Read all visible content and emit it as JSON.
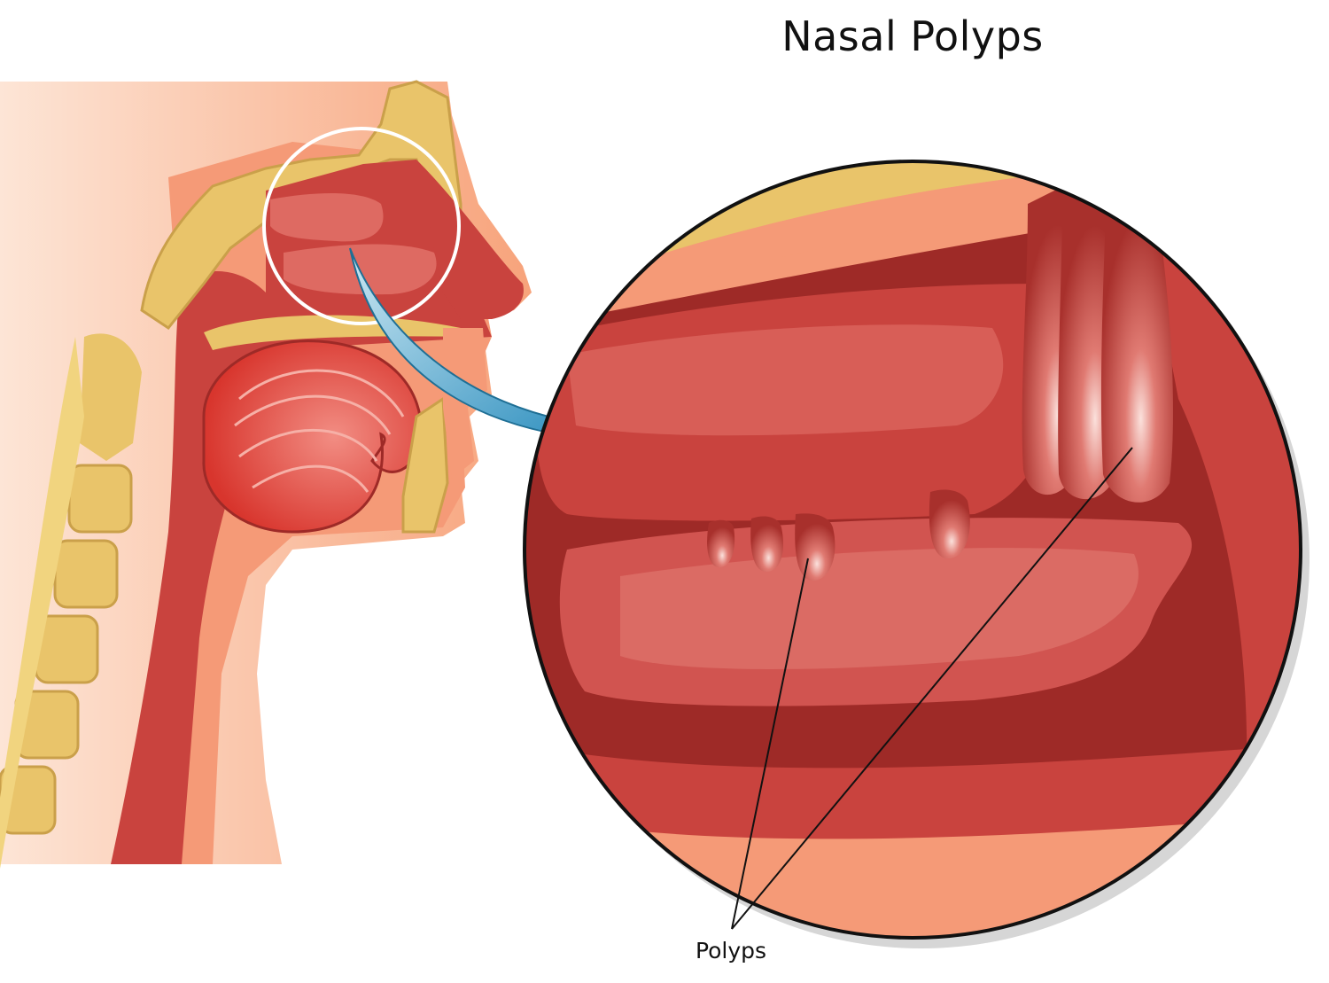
{
  "title": "Nasal Polyps",
  "callout_label": "Polyps",
  "colors": {
    "skin": "#f7a37b",
    "skin_light": "#fbd9c6",
    "bone": "#e9c46a",
    "bone_dark": "#caa04a",
    "tissue": "#c9433e",
    "tissue_dark": "#9e2a27",
    "tissue_light": "#e0756c",
    "tongue": "#e2443a",
    "arrow": "#1f8fc0",
    "outline": "#111111"
  },
  "icons": [
    "anatomy-head-cross-section",
    "magnifier-circle",
    "pointer-arrow"
  ]
}
